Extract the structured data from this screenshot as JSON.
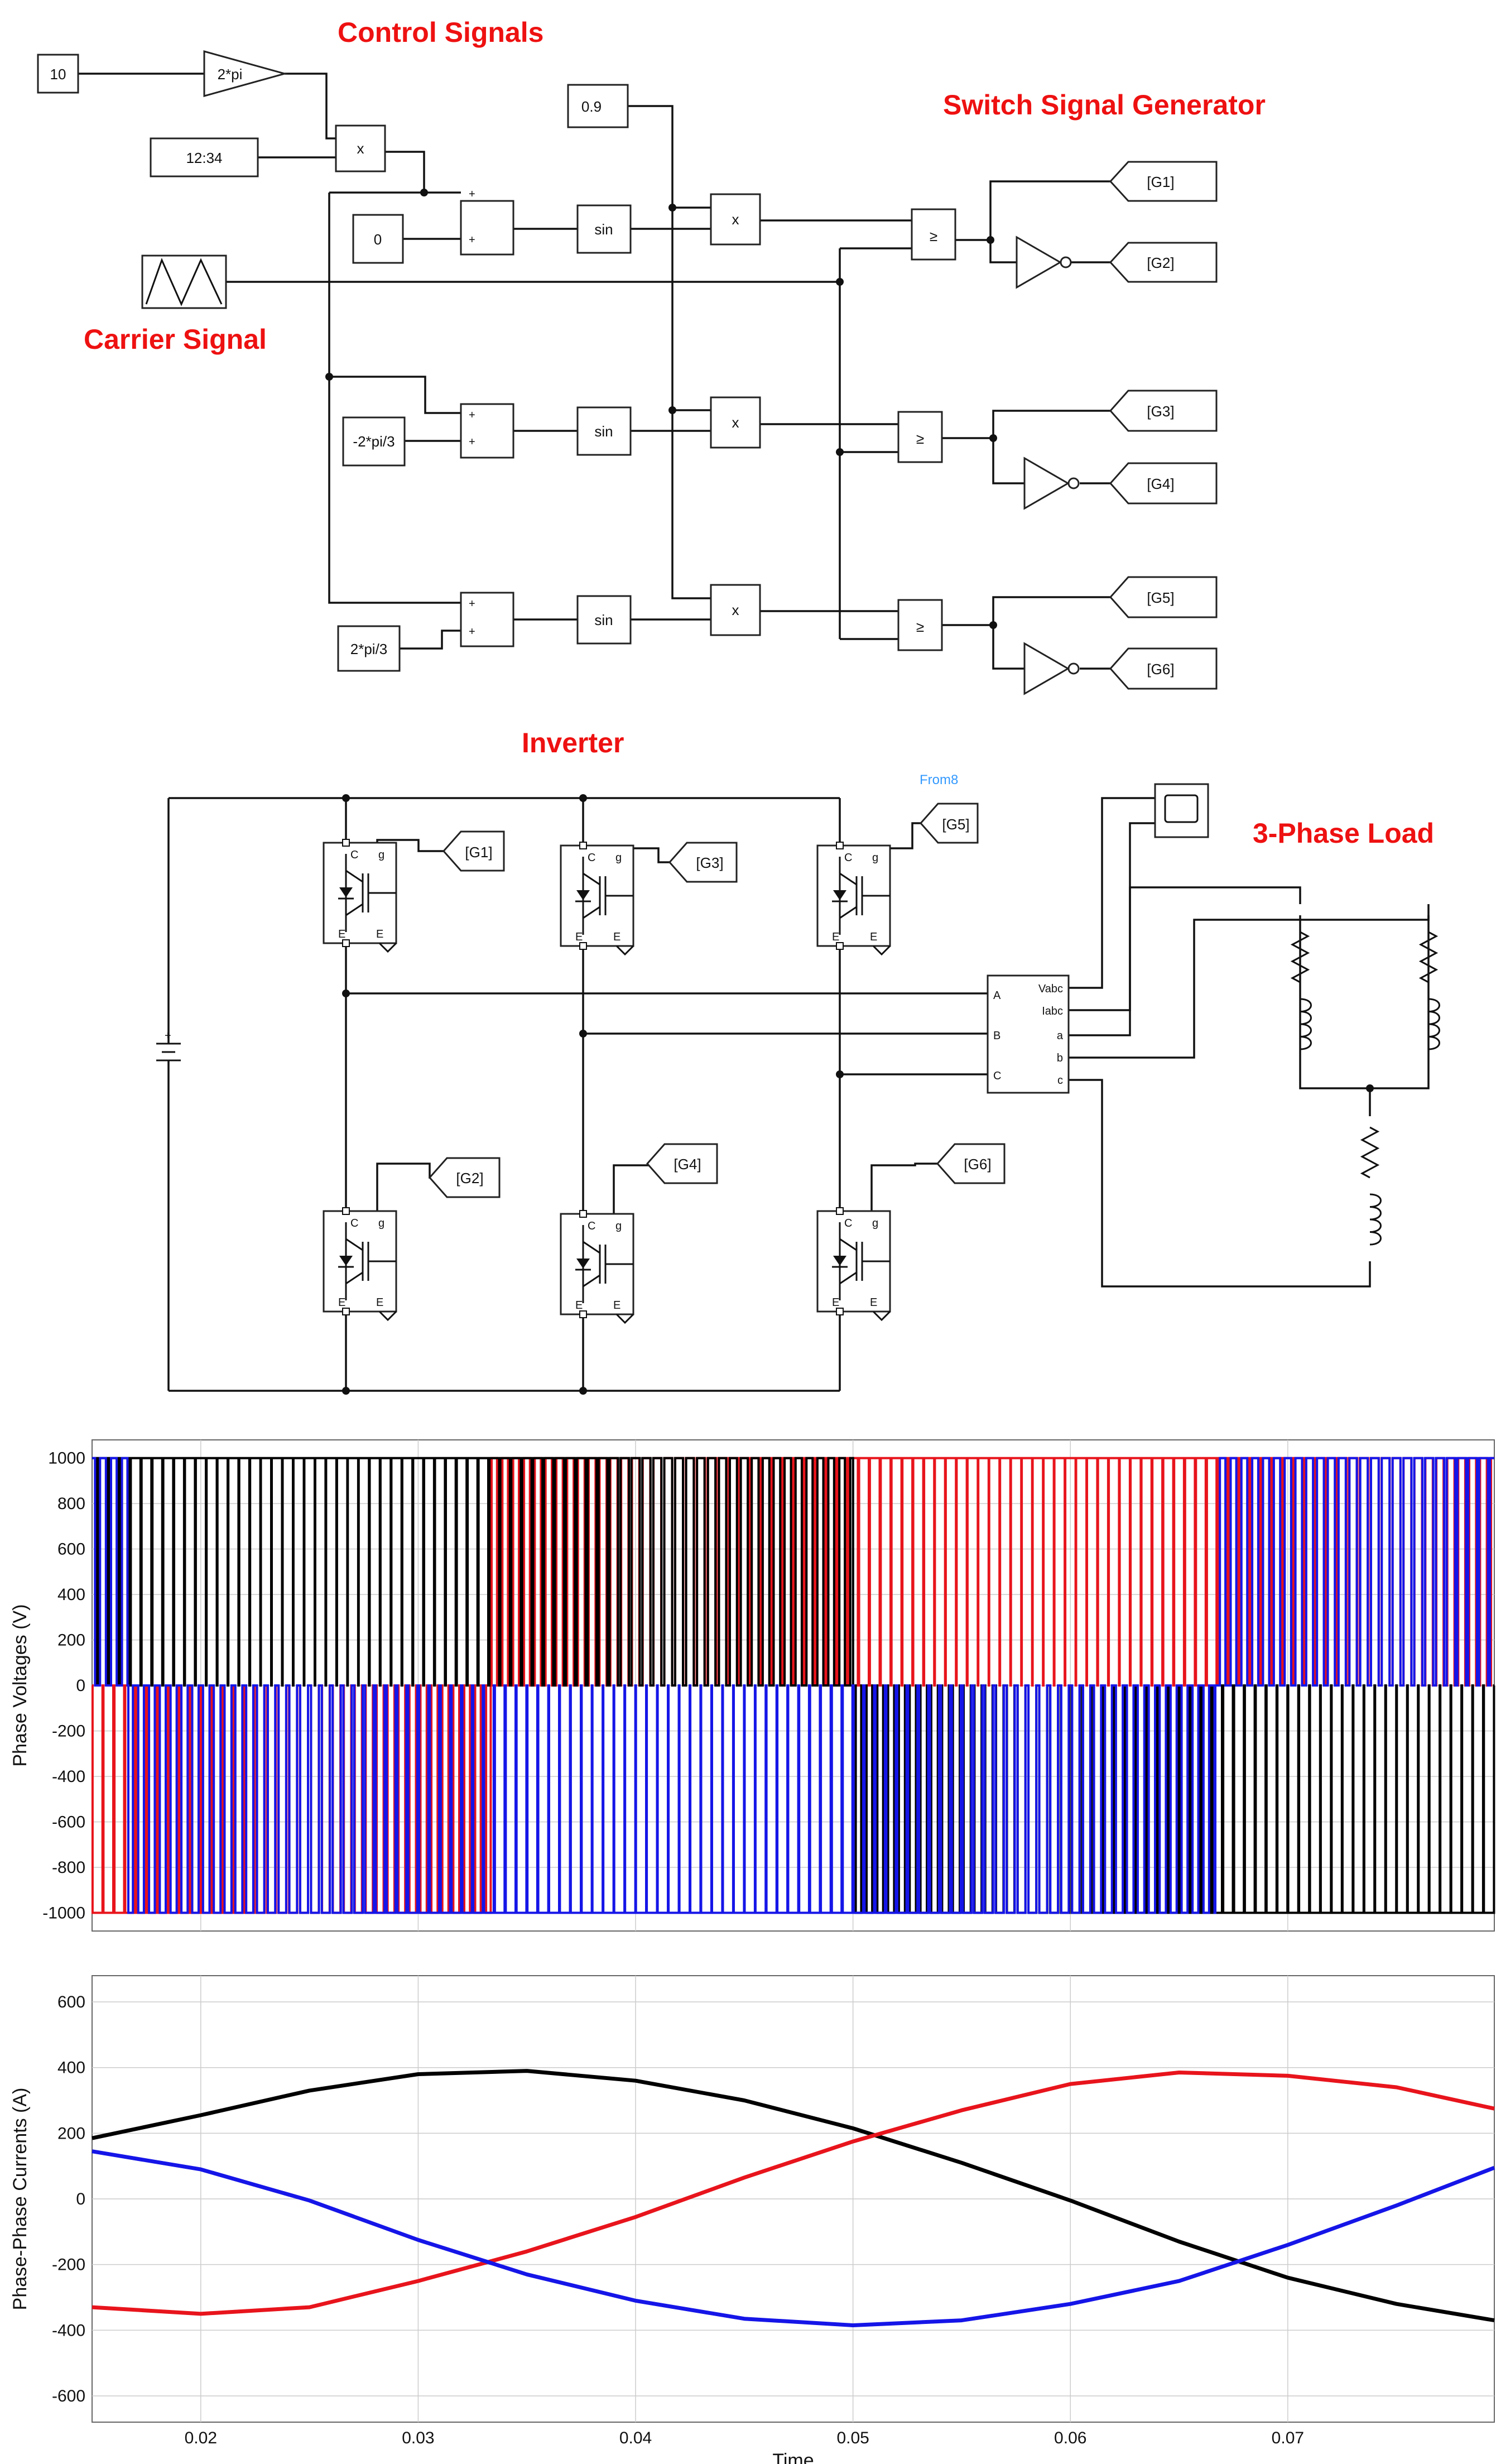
{
  "titles": {
    "control": "Control Signals",
    "switch": "Switch Signal Generator",
    "carrier": "Carrier Signal",
    "inverter": "Inverter",
    "load": "3-Phase Load"
  },
  "blocks": {
    "const10": "10",
    "gain": "2*pi",
    "clock": "12:34",
    "const09": "0.9",
    "phase0": "0",
    "phase_neg": "-2*pi/3",
    "phase_pos": "2*pi/3",
    "mult": "x",
    "sin": "sin",
    "sum_plus": "+",
    "geq": "≥",
    "from_label": "From8",
    "meas_vabc": "Vabc",
    "meas_iabc": "Iabc",
    "meas_a_in": "A",
    "meas_b_in": "B",
    "meas_c_in": "C",
    "meas_a_out": "a",
    "meas_b_out": "b",
    "meas_c_out": "c",
    "igbt_c": "C",
    "igbt_g": "g",
    "igbt_e": "E"
  },
  "gotos": [
    "[G1]",
    "[G2]",
    "[G3]",
    "[G4]",
    "[G5]",
    "[G6]"
  ],
  "colors": {
    "phase_a": "#000000",
    "phase_b": "#e8141c",
    "phase_c": "#1515e8",
    "title": "#ee1111",
    "from_label": "#3399ff"
  },
  "chart_data": [
    {
      "type": "line",
      "title": "",
      "xlabel": "",
      "ylabel": "Phase Voltages (V)",
      "xlim": [
        0.015,
        0.0795
      ],
      "ylim": [
        -1080,
        1080
      ],
      "yticks": [
        -1000,
        -800,
        -600,
        -400,
        -200,
        0,
        200,
        400,
        600,
        800,
        1000
      ],
      "xticks": [
        0.02,
        0.03,
        0.04,
        0.05,
        0.06,
        0.07
      ],
      "grid": true,
      "pwm": {
        "frequency_hz": 2000,
        "modulation_index": 0.9,
        "fundamental_hz": 10,
        "dc_link_v": 1000
      },
      "series": [
        {
          "phase_deg": 0,
          "color": "#000000"
        },
        {
          "phase_deg": -120,
          "color": "#e8141c"
        },
        {
          "phase_deg": 120,
          "color": "#1515e8"
        }
      ]
    },
    {
      "type": "line",
      "title": "",
      "xlabel": "Time",
      "ylabel": "Phase-Phase Currents (A)",
      "xlim": [
        0.015,
        0.0795
      ],
      "ylim": [
        -680,
        680
      ],
      "yticks": [
        -600,
        -400,
        -200,
        0,
        200,
        400,
        600
      ],
      "xticks": [
        0.02,
        0.03,
        0.04,
        0.05,
        0.06,
        0.07
      ],
      "xticklabels": [
        "0.02",
        "0.03",
        "0.04",
        "0.05",
        "0.06",
        "0.07"
      ],
      "grid": true,
      "series": [
        {
          "color": "#000000",
          "x": [
            0.015,
            0.02,
            0.025,
            0.03,
            0.035,
            0.04,
            0.045,
            0.05,
            0.055,
            0.06,
            0.065,
            0.07,
            0.075,
            0.0795
          ],
          "values": [
            185,
            255,
            330,
            380,
            390,
            360,
            300,
            215,
            110,
            -5,
            -130,
            -240,
            -320,
            -370
          ]
        },
        {
          "color": "#e8141c",
          "x": [
            0.015,
            0.02,
            0.025,
            0.03,
            0.035,
            0.04,
            0.045,
            0.05,
            0.055,
            0.06,
            0.065,
            0.07,
            0.075,
            0.0795
          ],
          "values": [
            -330,
            -350,
            -330,
            -250,
            -160,
            -55,
            65,
            175,
            270,
            350,
            385,
            375,
            340,
            275
          ]
        },
        {
          "color": "#1515e8",
          "x": [
            0.015,
            0.02,
            0.025,
            0.03,
            0.035,
            0.04,
            0.045,
            0.05,
            0.055,
            0.06,
            0.065,
            0.07,
            0.075,
            0.0795
          ],
          "values": [
            145,
            90,
            -5,
            -125,
            -230,
            -310,
            -365,
            -385,
            -370,
            -320,
            -250,
            -140,
            -20,
            95
          ]
        }
      ]
    }
  ]
}
